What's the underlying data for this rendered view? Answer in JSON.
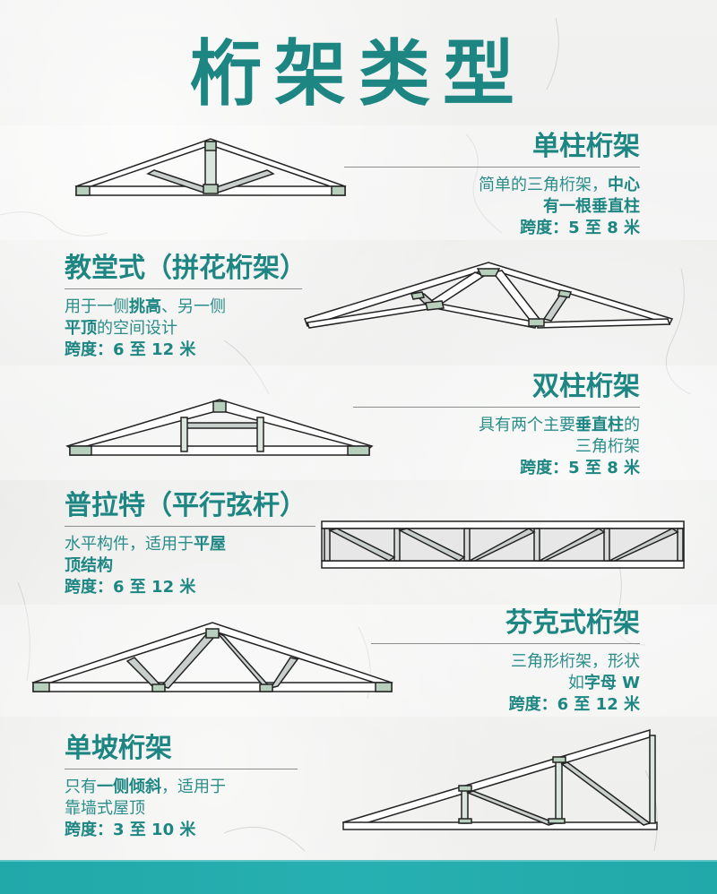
{
  "title": "桁架类型",
  "colors": {
    "accent": "#1d8683",
    "footer": "#23abac",
    "joint": "#b7cfbc",
    "web": "#c9cfcc"
  },
  "sections": [
    {
      "name": "单柱桁架",
      "desc_lines": [
        {
          "plain": "简单的三角桁架，",
          "bold": "中心"
        },
        {
          "plain": "",
          "bold": "有一根垂直柱"
        }
      ],
      "span_label": "跨度：5 至 8 米",
      "icon": "king-post-truss-icon"
    },
    {
      "name": "教堂式（拼花桁架）",
      "desc_lines": [
        {
          "plain_a": "用于一侧",
          "bold": "挑高",
          "plain_b": "、另一侧"
        },
        {
          "bold": "平顶",
          "plain": "的空间设计"
        }
      ],
      "span_label": "跨度：6 至 12 米",
      "icon": "scissor-truss-icon"
    },
    {
      "name": "双柱桁架",
      "desc_lines": [
        {
          "plain": "具有两个主要",
          "bold": "垂直柱",
          "plain_b": "的"
        },
        {
          "plain": "三角桁架"
        }
      ],
      "span_label": "跨度：5 至 8 米",
      "icon": "queen-post-truss-icon"
    },
    {
      "name": "普拉特（平行弦杆）",
      "desc_lines": [
        {
          "plain": "水平构件，适用于",
          "bold": "平屋"
        },
        {
          "bold": "顶结构"
        }
      ],
      "span_label": "跨度：6 至 12 米",
      "icon": "pratt-truss-icon"
    },
    {
      "name": "芬克式桁架",
      "desc_lines": [
        {
          "plain": "三角形桁架，形状"
        },
        {
          "plain": "如",
          "bold": "字母 W"
        }
      ],
      "span_label": "跨度：6 至 12 米",
      "icon": "fink-truss-icon"
    },
    {
      "name": "单坡桁架",
      "desc_lines": [
        {
          "plain": "只有",
          "bold": "一侧倾斜",
          "plain_b": "，适用于"
        },
        {
          "plain": "靠墙式屋顶"
        }
      ],
      "span_label": "跨度：3 至 10 米",
      "icon": "mono-truss-icon"
    }
  ]
}
